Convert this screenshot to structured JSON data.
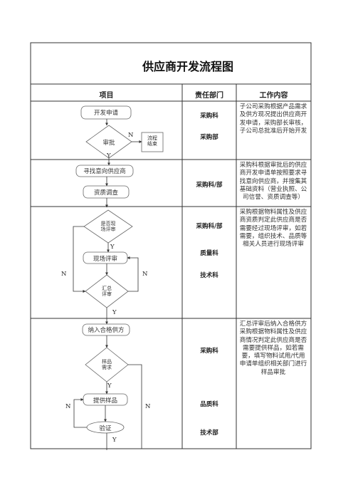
{
  "title": "供应商开发流程图",
  "headers": {
    "item": "项目",
    "dept": "责任部门",
    "work": "工作内容"
  },
  "sections": [
    {
      "flow": {
        "start": "开发申请",
        "decision": "审批",
        "end": "流程\n结束",
        "n": "N",
        "y": "Y"
      },
      "depts": [
        "采购科",
        "采购部"
      ],
      "work": [
        "子公司采购根据产品需求",
        "及供方现况提出供应商开",
        "发申请，采购部长审核，",
        "子公司总批准后开始开发"
      ]
    },
    {
      "flow": {
        "step1": "寻找意向供应商",
        "step2": "资质调查"
      },
      "depts": [
        "采购科/部"
      ],
      "work": [
        "采购科根据审批后的供应",
        "商开发申请单按照要求寻",
        "找意向供应商，并搜集其",
        "基础资料（营业执照、公",
        "司信誉、资质调查等）"
      ]
    },
    {
      "flow": {
        "decision1": "是否现\n场评审",
        "step": "现场评审",
        "decision2": "汇总\n评审",
        "y1": "Y",
        "y2": "Y",
        "n1": "N",
        "n2": "N"
      },
      "depts": [
        "采购科/部",
        "质量科",
        "技术科"
      ],
      "work": [
        "采购根据物料属性及供应",
        "商资质判定此供应商是否",
        "需要经过现场评审，如若",
        "需要，组织技术、品质等",
        "相关人员进行现场评审"
      ]
    },
    {
      "flow": {
        "step1": "纳入合格供方",
        "decision": "样品\n需求",
        "step2": "提供样品",
        "decision2": "验证",
        "y1": "Y",
        "y2": "Y",
        "n1": "N",
        "n2": "N"
      },
      "depts": [
        "采购科",
        "品质科",
        "技术部"
      ],
      "work": [
        "汇总评审后纳入合格供方",
        "采购根据物料属性及供应",
        "商情况判定此供应商是否",
        "需要提供样品，如若需",
        "要，填写物料试用/代用",
        "申请单组织相关部门进行",
        "样品审批"
      ]
    }
  ]
}
